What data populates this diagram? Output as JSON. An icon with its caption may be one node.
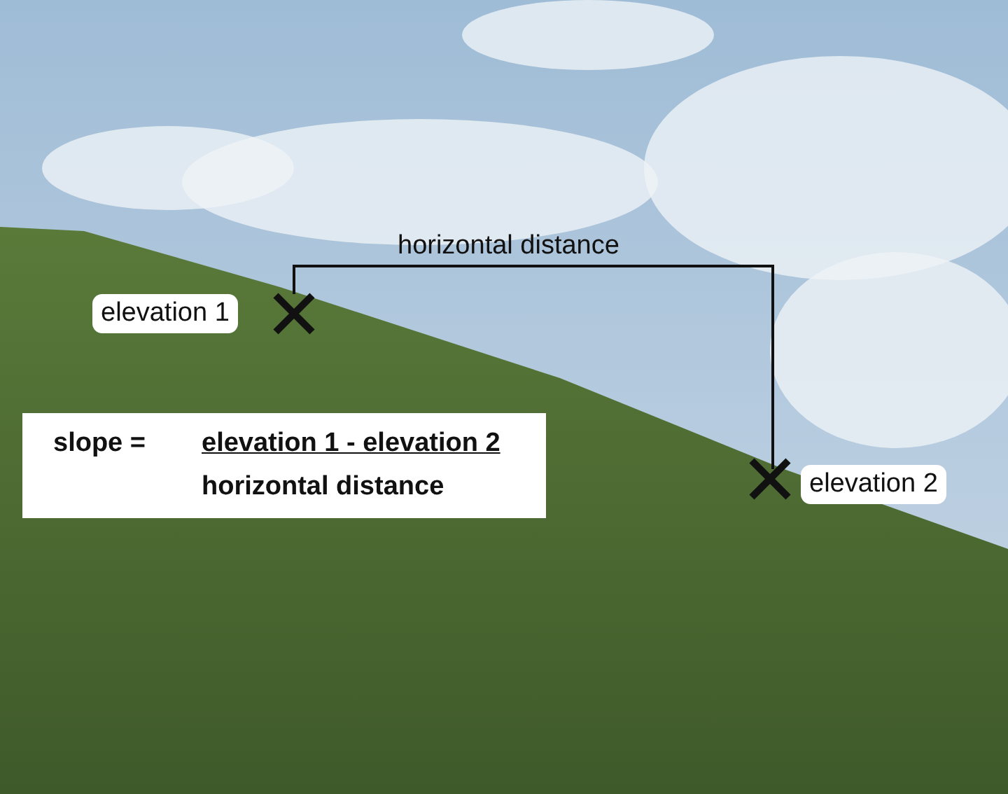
{
  "diagram": {
    "nodes": [
      {
        "text": [
          "elevation 1"
        ]
      },
      {
        "text": [
          "elevation 2"
        ]
      },
      {
        "text": [
          "slope =",
          "elevation 1 - elevation 2",
          "horizontal distance"
        ]
      }
    ],
    "labels": [
      "horizontal distance"
    ]
  }
}
